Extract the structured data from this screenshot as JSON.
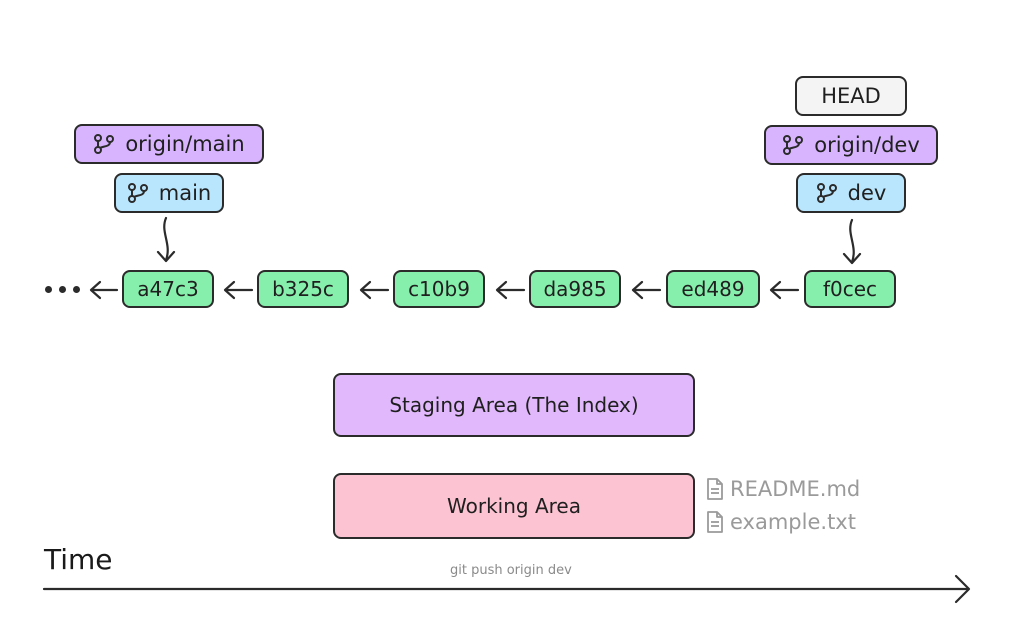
{
  "labels": {
    "head": "HEAD",
    "origin_main": "origin/main",
    "main": "main",
    "origin_dev": "origin/dev",
    "dev": "dev"
  },
  "commits": [
    "a47c3",
    "b325c",
    "c10b9",
    "da985",
    "ed489",
    "f0cec"
  ],
  "areas": {
    "staging": "Staging Area (The Index)",
    "working": "Working Area"
  },
  "files": [
    "README.md",
    "example.txt"
  ],
  "timeline": {
    "label": "Time",
    "command": "git push origin dev"
  },
  "colors": {
    "commit": "#86efac",
    "remote_branch": "#d8b4fe",
    "local_branch": "#bae6fd",
    "head": "#f4f4f4",
    "staging": "#e0b8fb",
    "working": "#fcc4d2",
    "file_text": "#9a9a9a",
    "outline": "#2b2b2b"
  },
  "icons": {
    "branch": "git-branch-icon",
    "file": "file-icon"
  }
}
